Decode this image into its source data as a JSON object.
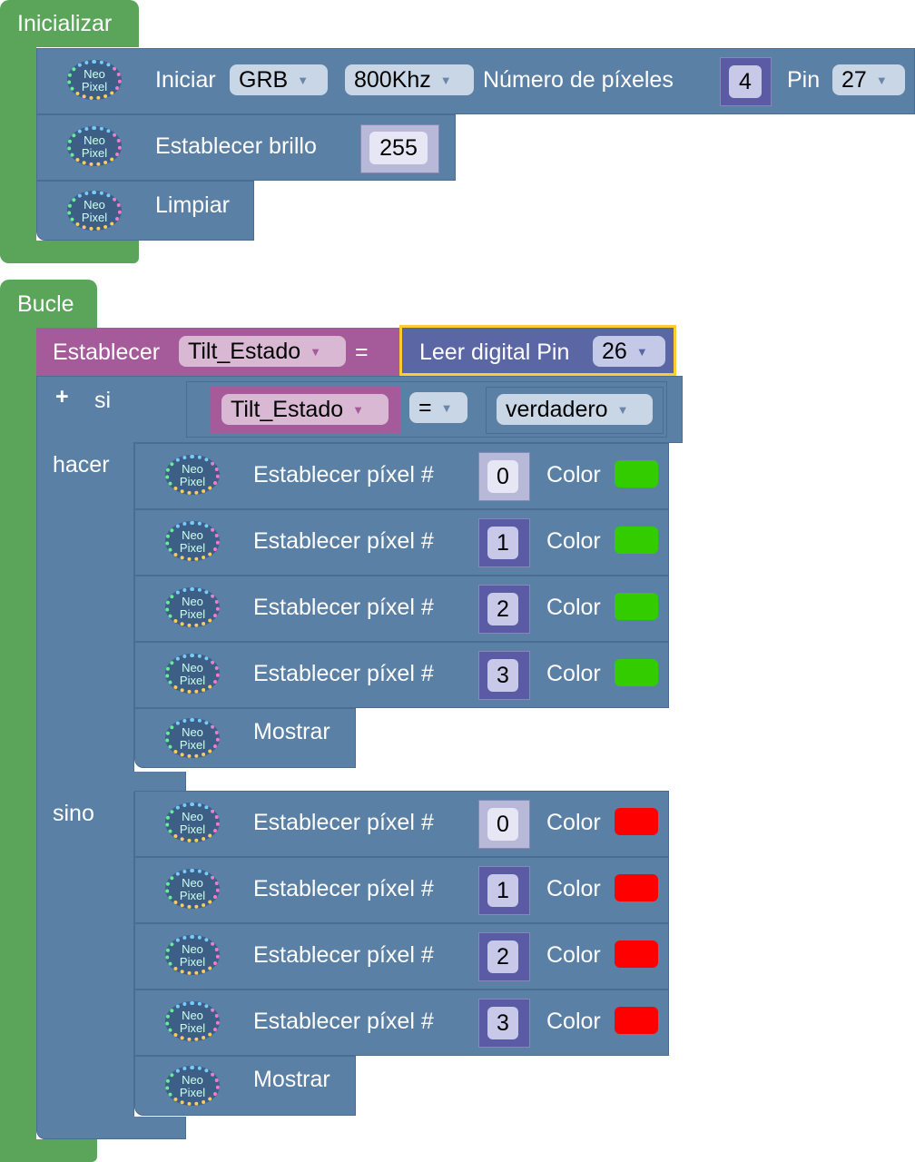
{
  "init": {
    "label": "Inicializar",
    "blocks": [
      {
        "text": "Iniciar",
        "order": "GRB",
        "freq": "800Khz",
        "count_label": "Número de píxeles",
        "count": "4",
        "pin_label": "Pin",
        "pin": "27"
      },
      {
        "text": "Establecer brillo",
        "value": "255"
      },
      {
        "text": "Limpiar"
      }
    ]
  },
  "loop": {
    "label": "Bucle",
    "set": {
      "label": "Establecer",
      "var": "Tilt_Estado",
      "eq": "=",
      "read_label": "Leer digital Pin",
      "pin": "26"
    },
    "if": {
      "plus": "+",
      "si": "si",
      "var": "Tilt_Estado",
      "op": "=",
      "value": "verdadero",
      "hacer": "hacer",
      "sino": "sino"
    },
    "icon_text": [
      "Neo",
      "Pixel"
    ],
    "pixel_label": "Establecer píxel #",
    "color_label": "Color",
    "show_label": "Mostrar",
    "hacer_pixels": [
      {
        "n": "0",
        "color": "#33cc00"
      },
      {
        "n": "1",
        "color": "#33cc00"
      },
      {
        "n": "2",
        "color": "#33cc00"
      },
      {
        "n": "3",
        "color": "#33cc00"
      }
    ],
    "sino_pixels": [
      {
        "n": "0",
        "color": "#ff0000"
      },
      {
        "n": "1",
        "color": "#ff0000"
      },
      {
        "n": "2",
        "color": "#ff0000"
      },
      {
        "n": "3",
        "color": "#ff0000"
      }
    ]
  }
}
